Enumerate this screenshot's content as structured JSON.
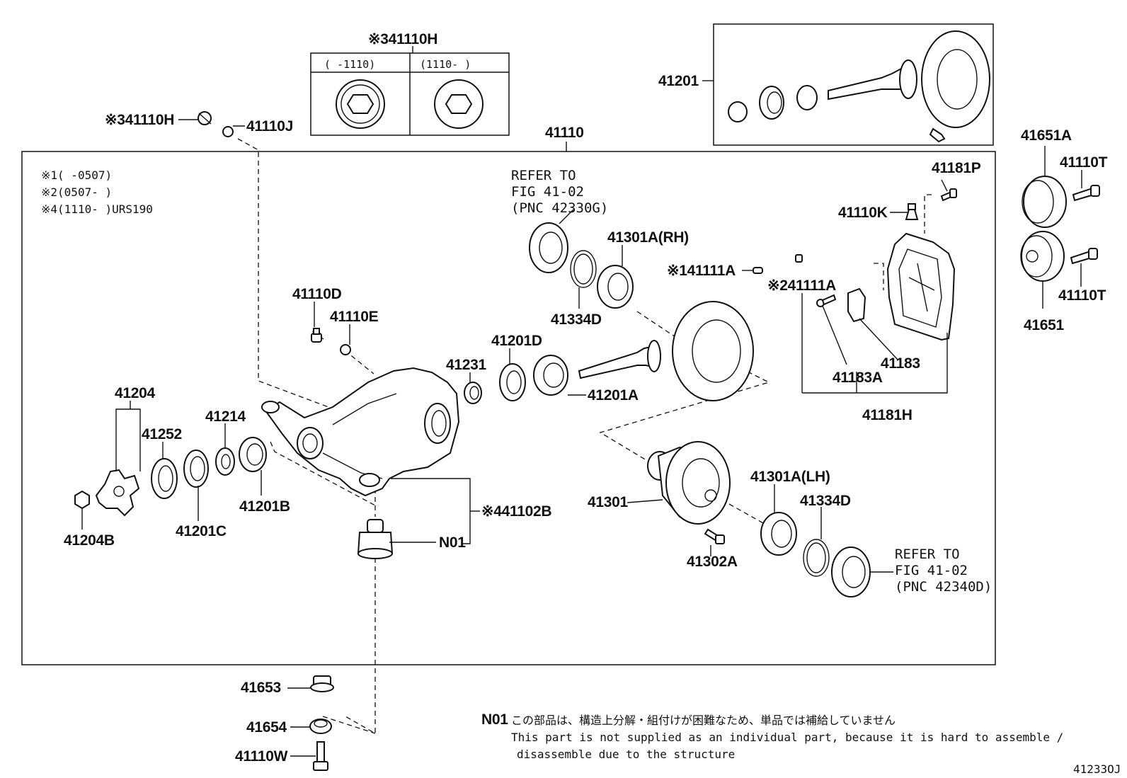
{
  "labels": {
    "p41110H_top": "※341110H",
    "p41110H_left": "※341110H",
    "p41110J": "41110J",
    "p41201": "41201",
    "p41110": "41110",
    "p41651A": "41651A",
    "p41110T_top": "41110T",
    "p41110T_bottom": "41110T",
    "p41651": "41651",
    "p41181P": "41181P",
    "p41110K": "41110K",
    "p41111A_1": "※141111A",
    "p41111A_2": "※241111A",
    "p41183A": "41183A",
    "p41183": "41183",
    "p41181H": "41181H",
    "p41301A_RH": "41301A(RH)",
    "p41334D_top": "41334D",
    "p41110D": "41110D",
    "p41110E": "41110E",
    "p41201D": "41201D",
    "p41231": "41231",
    "p41201A": "41201A",
    "p41204": "41204",
    "p41252": "41252",
    "p41214": "41214",
    "p41201B": "41201B",
    "p41201C": "41201C",
    "p41204B": "41204B",
    "p41102B": "※441102B",
    "pN01": "N01",
    "p41301": "41301",
    "p41302A": "41302A",
    "p41301A_LH": "41301A(LH)",
    "p41334D_bottom": "41334D",
    "p41653": "41653",
    "p41654": "41654",
    "p41110W": "41110W"
  },
  "variant_box": {
    "left_header": "(     -1110)",
    "right_header": "(1110-     )"
  },
  "conditions": [
    "※1(     -0507)",
    "※2(0507-     )",
    "※4(1110-     )URS190"
  ],
  "refer_top": [
    "REFER TO",
    "FIG 41-02",
    "(PNC 42330G)"
  ],
  "refer_bottom": [
    "REFER TO",
    "FIG 41-02",
    "(PNC 42340D)"
  ],
  "footnote": {
    "code": "N01",
    "japanese": "この部品は、構造上分解・組付けが困難なため、単品では補給していません",
    "english_line1": "This part is not supplied as an individual part, because it is hard to assemble /",
    "english_line2": "disassemble due to the structure"
  },
  "figure_code": "41233OJ"
}
